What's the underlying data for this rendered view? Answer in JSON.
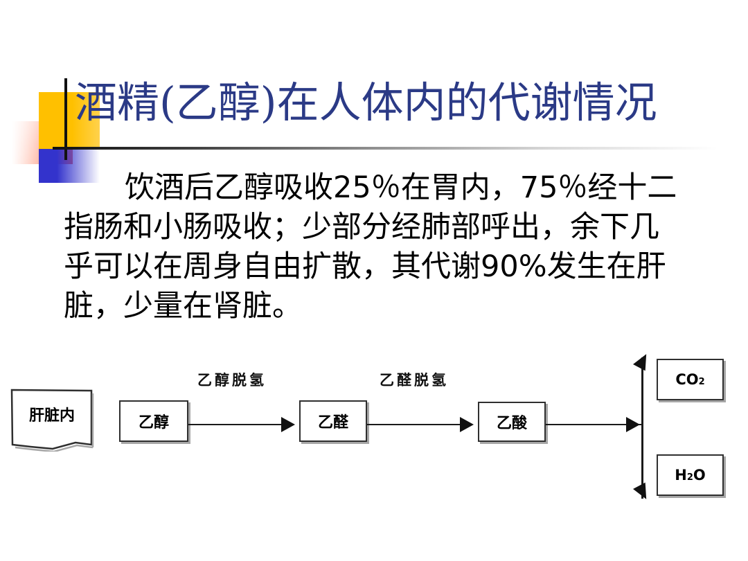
{
  "slide": {
    "title": "酒精(乙醇)在人体内的代谢情况",
    "title_color": "#2b3a86",
    "body_lines": [
      "　　饮酒后乙醇吸收25％在胃内，75％经十二指肠和小肠吸收；少部分经肺部呼出，余下几乎可以在周身自由扩散，其代谢90%发生在肝脏，少量在肾脏。"
    ],
    "body_text": "饮酒后乙醇吸收25％在胃内，75％经十二指肠和小肠吸收；少部分经肺部呼出，余下几乎可以在周身自由扩散，其代谢90%发生在肝脏，少量在肾脏。",
    "decoration": {
      "yellow": "#ffc000",
      "red": "#f4553a",
      "blue": "#3333cc",
      "rule": "#111111"
    }
  },
  "diagram": {
    "type": "flowchart",
    "nodes": {
      "liver": "肝脏内",
      "ethanol": "乙醇",
      "acetaldehyde": "乙醛",
      "acetic_acid": "乙酸",
      "co2_main": "CO",
      "co2_sub": "2",
      "h2o_main_a": "H",
      "h2o_sub": "2",
      "h2o_main_b": "O"
    },
    "edge_labels": {
      "adh": "乙醇脱氢",
      "aldh": "乙醛脱氢"
    },
    "flow": "肝脏内: 乙醇 →(乙醇脱氢)→ 乙醛 →(乙醛脱氢)→ 乙酸 → CO₂ + H₂O"
  }
}
